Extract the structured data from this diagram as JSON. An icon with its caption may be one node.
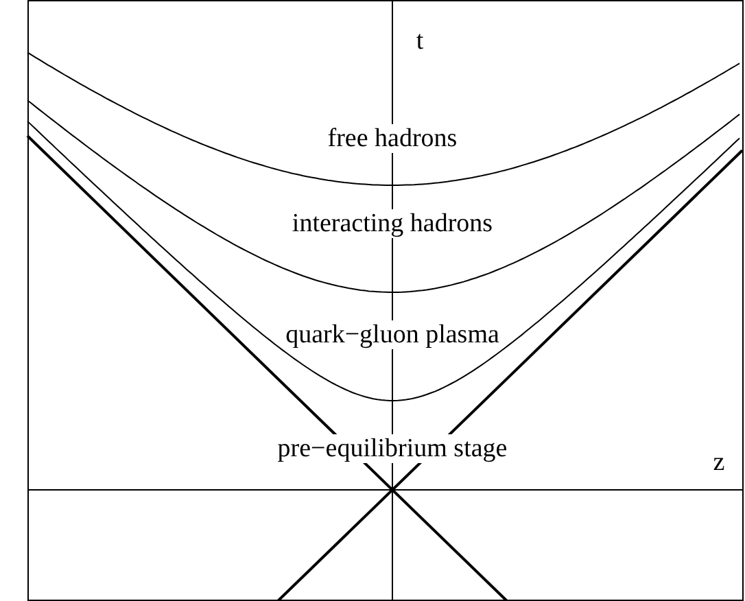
{
  "diagram": {
    "labels": [
      "t",
      "free hadrons",
      "interacting hadrons",
      "quark−gluon plasma",
      "pre−equilibrium stage",
      "z"
    ]
  }
}
